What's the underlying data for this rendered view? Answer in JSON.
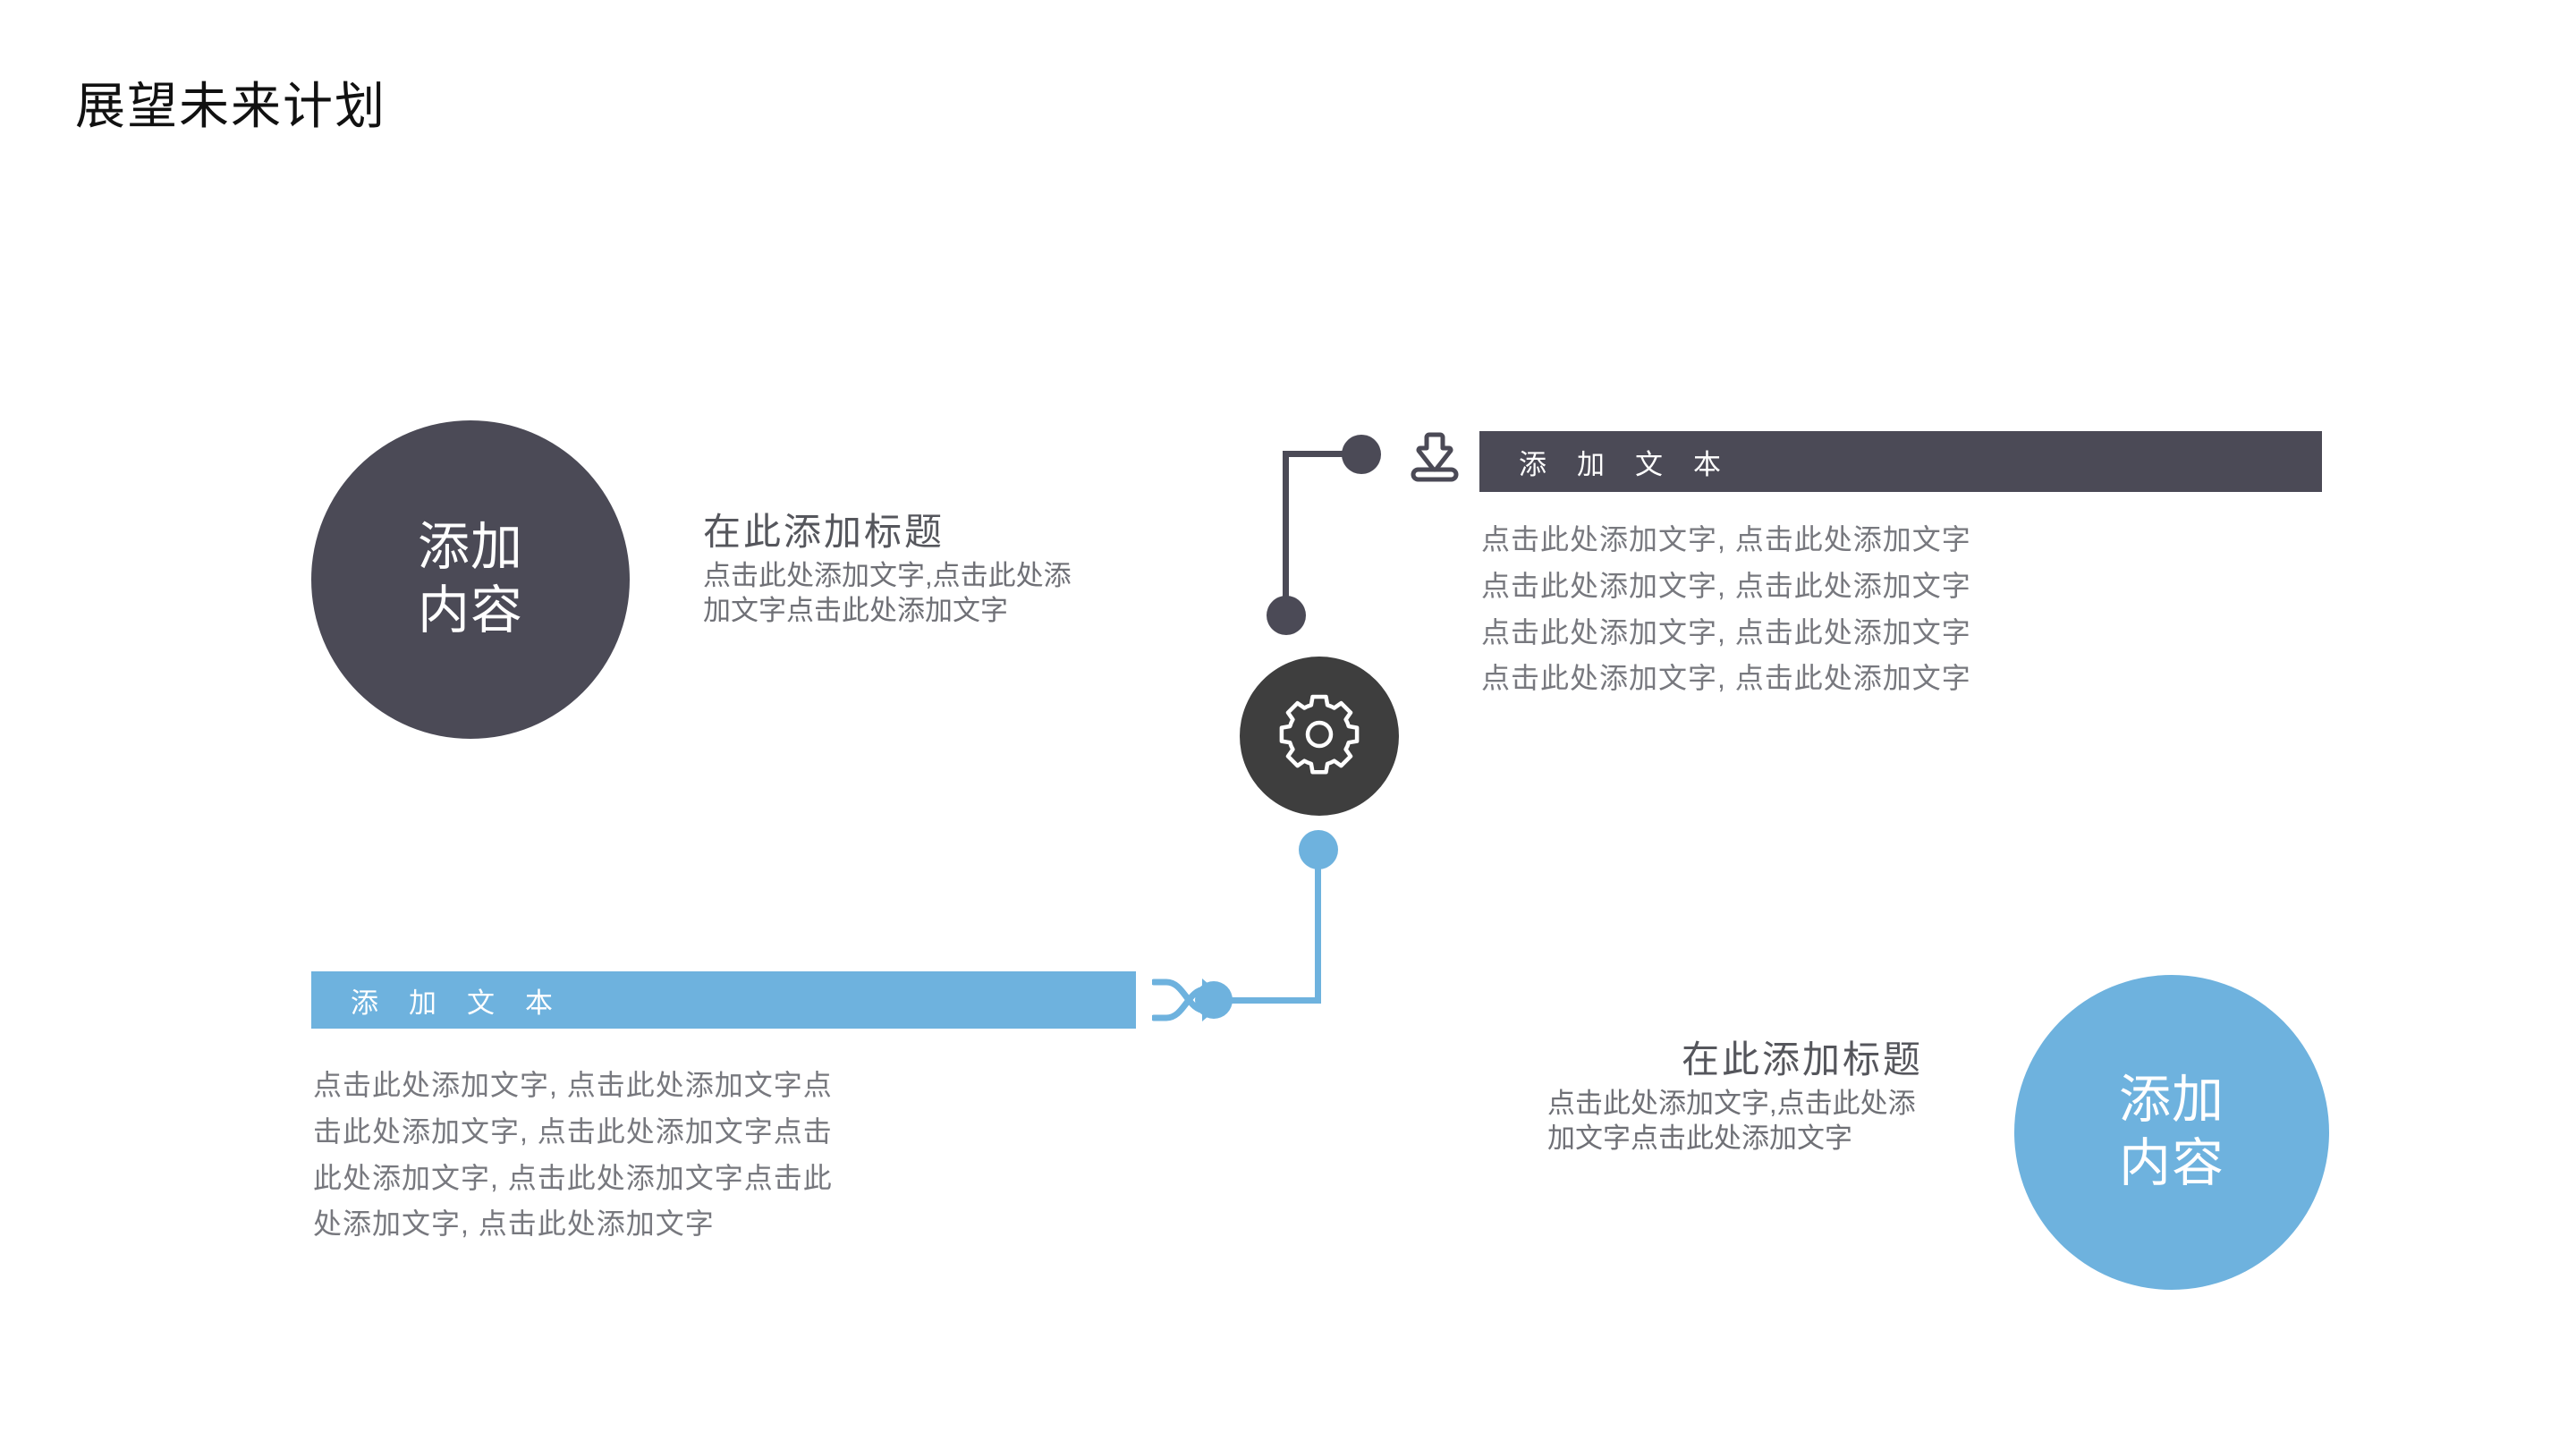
{
  "page": {
    "title": "展望未来计划",
    "background": "#ffffff"
  },
  "colors": {
    "dark": "#4b4a56",
    "hub_dark": "#3e3e3e",
    "blue": "#6eb2de",
    "body_text": "#77787e",
    "title_text": "#55565c",
    "heading_text": "#111111"
  },
  "nodes": {
    "dark_circle": {
      "line1": "添加",
      "line2": "内容"
    },
    "blue_circle": {
      "line1": "添加",
      "line2": "内容"
    }
  },
  "blocks": {
    "top_left": {
      "title": "在此添加标题",
      "body": "点击此处添加文字,点击此处添加文字点击此处添加文字"
    },
    "bottom_right": {
      "title": "在此添加标题",
      "body": "点击此处添加文字,点击此处添加文字点击此处添加文字"
    }
  },
  "banners": {
    "dark": {
      "label": "添加文本"
    },
    "blue": {
      "label": "添加文本"
    }
  },
  "paragraphs": {
    "top_right": "点击此处添加文字, 点击此处添加文字\n点击此处添加文字, 点击此处添加文字\n点击此处添加文字, 点击此处添加文字\n点击此处添加文字, 点击此处添加文字",
    "bottom_left": "点击此处添加文字, 点击此处添加文字点\n击此处添加文字, 点击此处添加文字点击\n此处添加文字, 点击此处添加文字点击此\n处添加文字, 点击此处添加文字"
  },
  "icons": {
    "hub": "gear-icon",
    "top": "download-insert-icon",
    "bottom": "shuffle-arrows-icon"
  }
}
